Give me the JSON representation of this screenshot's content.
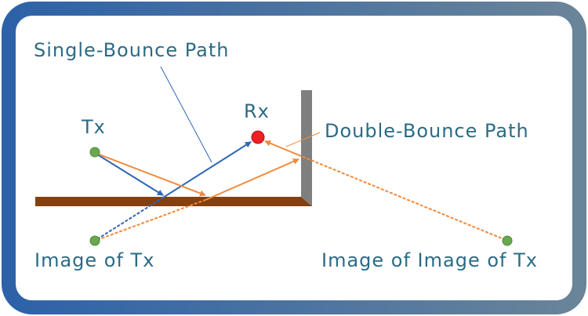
{
  "labels": {
    "single_bounce": "Single-Bounce Path",
    "double_bounce": "Double-Bounce Path",
    "tx": "Tx",
    "rx": "Rx",
    "image_of_tx": "Image of Tx",
    "image_of_image_of_tx": "Image of Image of Tx"
  },
  "colors": {
    "frame_left": "#2d62a8",
    "frame_right": "#6a8499",
    "text": "#2b6b85",
    "single_path": "#2e67b4",
    "double_path": "#f08a3c",
    "tx_point": "#6aa84f",
    "rx_point": "#ee2024",
    "floor": "#84400f",
    "wall": "#7f7f7f"
  }
}
